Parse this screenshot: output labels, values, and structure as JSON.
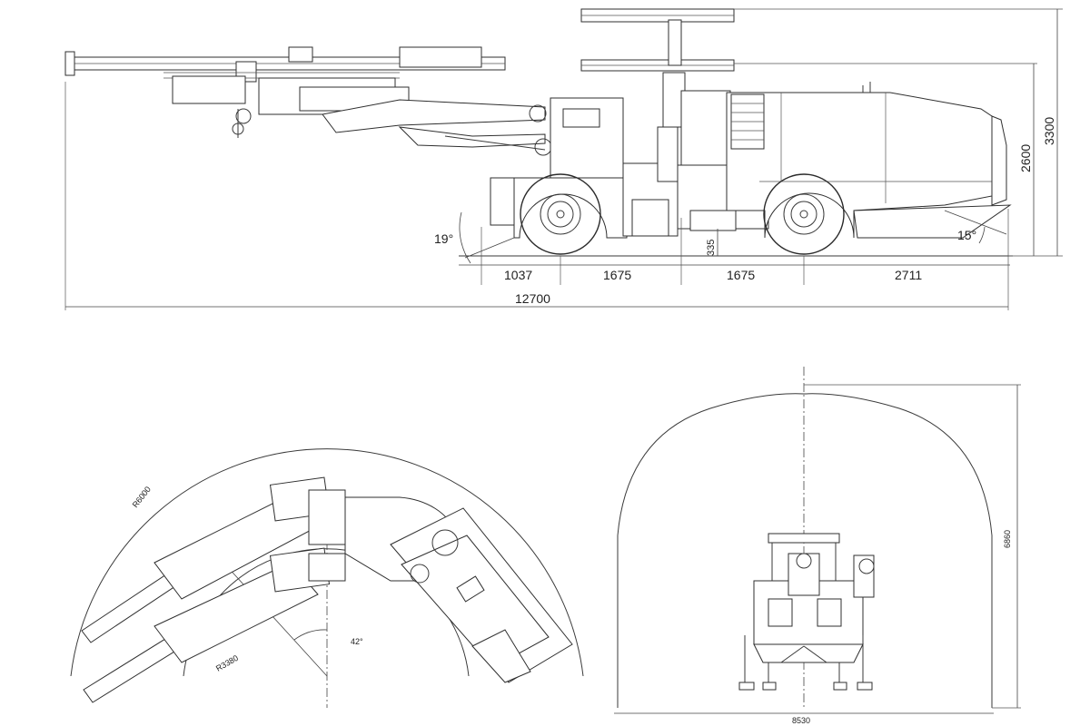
{
  "side_view": {
    "dims": {
      "overall_length": "12700",
      "seg_front": "1037",
      "seg_wheelbase_a": "1675",
      "seg_wheelbase_b": "1675",
      "seg_rear": "2711",
      "height_cab": "2600",
      "height_canopy": "3300",
      "ground_clearance": "335",
      "approach_angle": "19°",
      "departure_angle": "15°"
    }
  },
  "top_view": {
    "radius_outer": "R6000",
    "radius_inner": "R3380",
    "swing_angle": "42°"
  },
  "front_view": {
    "tunnel_width": "8530",
    "tunnel_height": "6860"
  }
}
